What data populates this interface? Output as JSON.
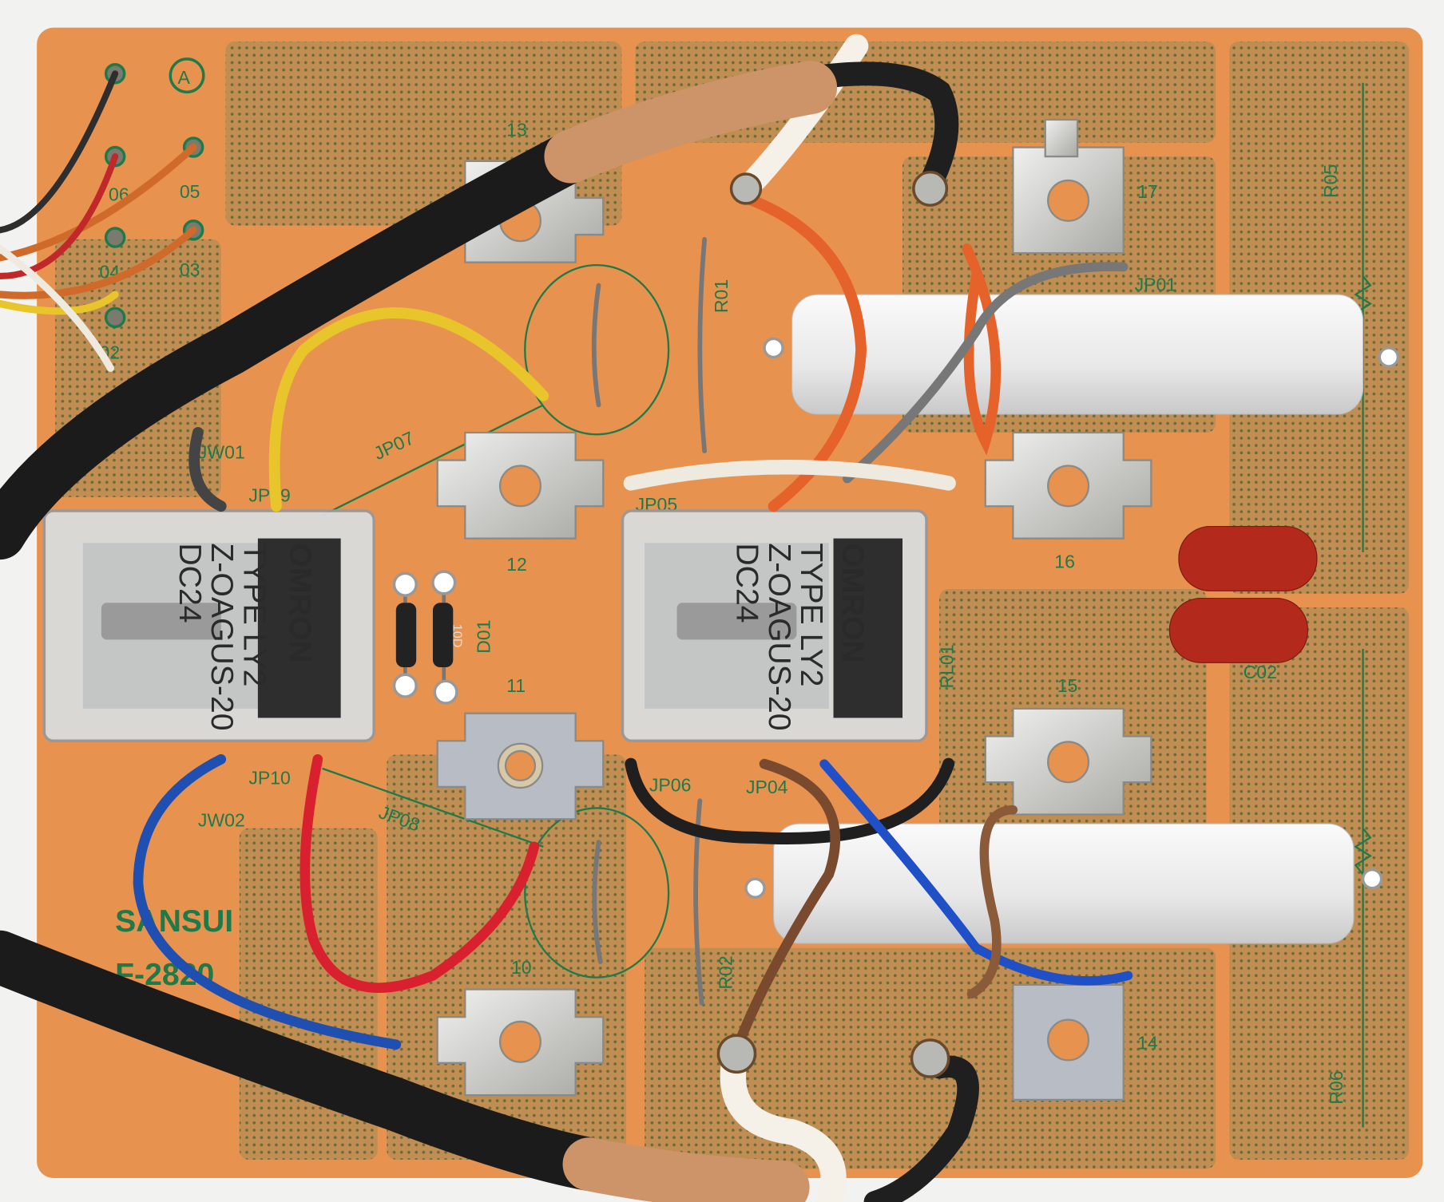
{
  "board": {
    "brand": "SANSUI",
    "part_number": "F-2820",
    "corner_mark": "A",
    "colors": {
      "board": "#e8924f",
      "copper_area": "#b98a4e",
      "silkscreen": "#1f7a4a",
      "background": "#f2f2f0"
    }
  },
  "connector_pins": [
    "06",
    "05",
    "04",
    "03",
    "02"
  ],
  "terminal_labels": [
    "13",
    "12",
    "11",
    "10",
    "17",
    "16",
    "15",
    "14"
  ],
  "jumper_labels": [
    "JP07",
    "JP09",
    "JW01",
    "JW02",
    "JP10",
    "JP08",
    "JP04",
    "JP05",
    "JP06",
    "JP01"
  ],
  "component_labels": [
    "R01",
    "R02",
    "R05",
    "R06",
    "C02",
    "D01",
    "RL01"
  ],
  "relays": [
    {
      "brand": "OMRON",
      "type": "TYPE LY2",
      "model": "Z-OAGUS-20",
      "voltage": "DC24"
    },
    {
      "brand": "OMRON",
      "type": "TYPE LY2",
      "model": "Z-OAGUS-20",
      "voltage": "DC24"
    }
  ],
  "diode_marking": "10D"
}
